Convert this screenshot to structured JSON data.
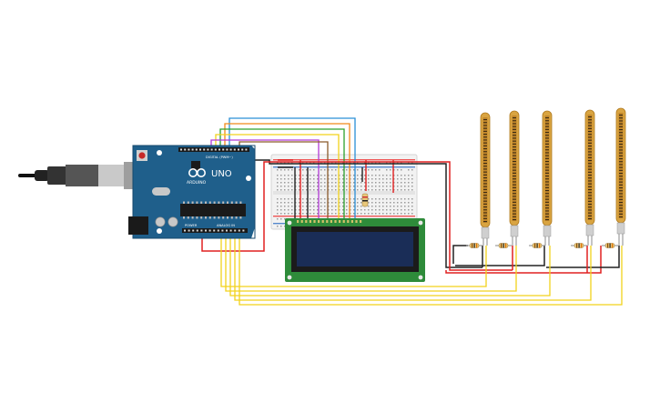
{
  "arduino": {
    "model": "UNO",
    "brand": "ARDUINO",
    "digital_header": "DIGITAL (PWM~)",
    "power_header": "POWER",
    "analog_header": "ANALOG IN",
    "board_color": "#1f5f8b"
  },
  "wire_colors": {
    "red": "#e02020",
    "black": "#222222",
    "yellow": "#f2d21b",
    "green": "#2ca02c",
    "orange": "#f08a1a",
    "blue": "#2a8fd6",
    "purple": "#b23ad6",
    "brown": "#8a5a2b"
  },
  "lcd": {
    "backlight": "#1a2d57",
    "pcb": "#2e8b3a"
  },
  "flex_sensor_count": 5,
  "icons": [
    "usb-cable-icon",
    "arduino-logo-icon"
  ]
}
